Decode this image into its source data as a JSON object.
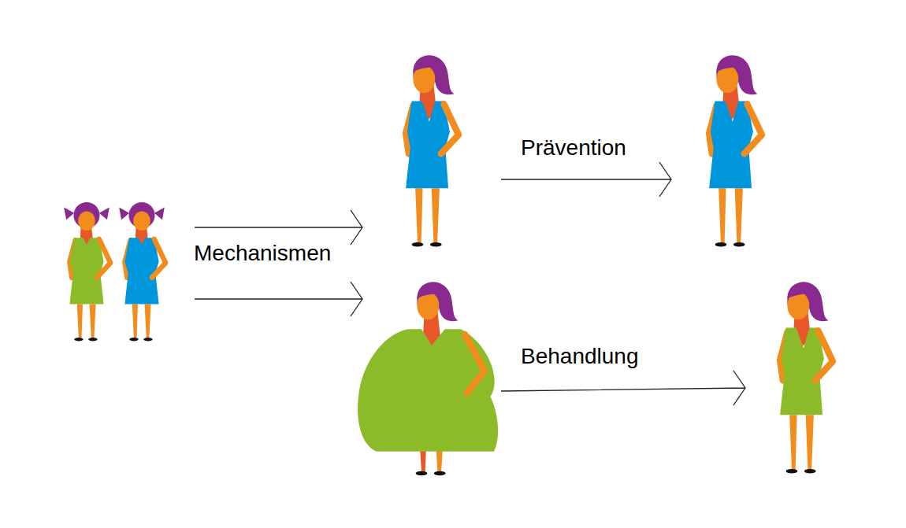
{
  "diagram": {
    "labels": [
      "Mechanismen",
      "Prävention",
      "Behandlung"
    ]
  }
}
